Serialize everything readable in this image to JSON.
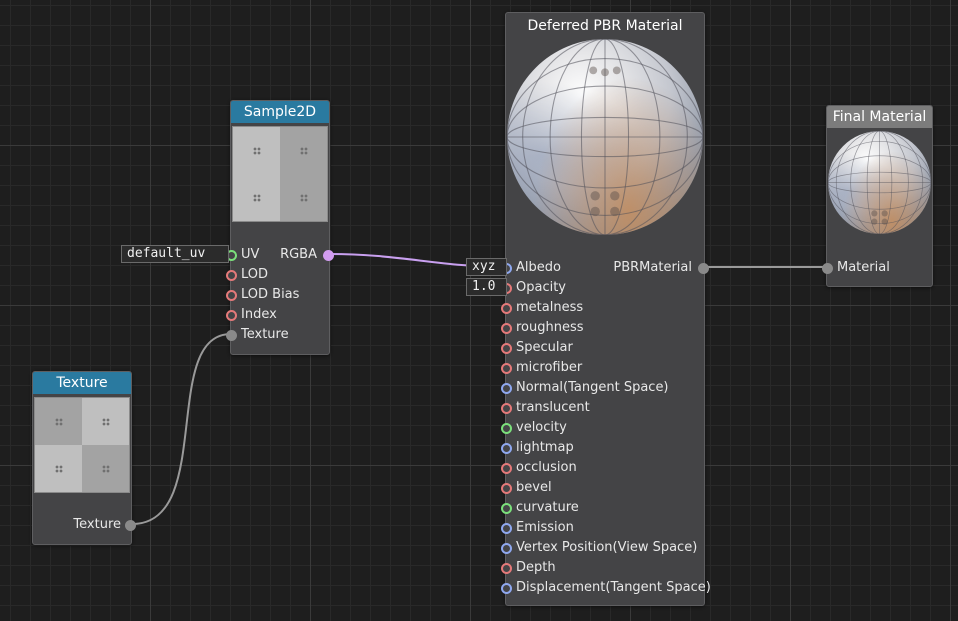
{
  "colors": {
    "canvas_background": "#1e1e1e",
    "node_body": "#444446",
    "header_blue": "#2a7aa0",
    "header_gray": "#7c7c7c",
    "wire_pink": "#c9a0f0",
    "wire_gray": "#9a9a9a",
    "pin_red": "#e57a7a",
    "pin_blue": "#8fa8ef",
    "pin_green": "#7be07b"
  },
  "nodes": {
    "sample2d": {
      "title": "Sample2D",
      "inputs": [
        {
          "label": "UV",
          "pin": "green",
          "default_value": "default_uv"
        },
        {
          "label": "LOD",
          "pin": "red"
        },
        {
          "label": "LOD Bias",
          "pin": "red"
        },
        {
          "label": "Index",
          "pin": "red"
        },
        {
          "label": "Texture",
          "pin": "gray"
        }
      ],
      "output": {
        "label": "RGBA",
        "pin": "pink"
      }
    },
    "texture": {
      "title": "Texture",
      "output": {
        "label": "Texture",
        "pin": "gray"
      }
    },
    "pbr": {
      "title": "Deferred PBR Material",
      "output": {
        "label": "PBRMaterial",
        "pin": "gray"
      },
      "inputs": [
        {
          "label": "Albedo",
          "pin": "blue",
          "value": "xyz"
        },
        {
          "label": "Opacity",
          "pin": "red",
          "value": "1.0"
        },
        {
          "label": "metalness",
          "pin": "red"
        },
        {
          "label": "roughness",
          "pin": "red"
        },
        {
          "label": "Specular",
          "pin": "red"
        },
        {
          "label": "microfiber",
          "pin": "red"
        },
        {
          "label": "Normal(Tangent Space)",
          "pin": "blue"
        },
        {
          "label": "translucent",
          "pin": "red"
        },
        {
          "label": "velocity",
          "pin": "green"
        },
        {
          "label": "lightmap",
          "pin": "blue"
        },
        {
          "label": "occlusion",
          "pin": "red"
        },
        {
          "label": "bevel",
          "pin": "red"
        },
        {
          "label": "curvature",
          "pin": "green"
        },
        {
          "label": "Emission",
          "pin": "blue"
        },
        {
          "label": "Vertex Position(View Space)",
          "pin": "blue"
        },
        {
          "label": "Depth",
          "pin": "red"
        },
        {
          "label": "Displacement(Tangent Space)",
          "pin": "blue"
        }
      ]
    },
    "final": {
      "title": "Final Material",
      "input": {
        "label": "Material",
        "pin": "gray"
      }
    }
  }
}
